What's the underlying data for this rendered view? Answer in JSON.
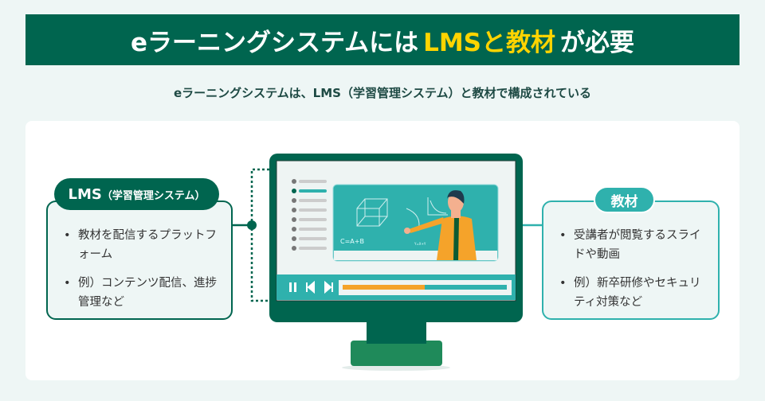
{
  "header": {
    "title_pre": "eラーニングシステムには",
    "title_highlight": "LMSと教材",
    "title_post": "が必要"
  },
  "subtitle": "eラーニングシステムは、LMS（学習管理システム）と教材で構成されている",
  "lms": {
    "label_main": "LMS",
    "label_sub": "（学習管理システム）",
    "items": [
      "教材を配信するプラットフォーム",
      "例）コンテンツ配信、進捗管理など"
    ]
  },
  "materials": {
    "label": "教材",
    "items": [
      "受講者が閲覧するスライドや動画",
      "例）新卒研修やセキュリティ対策など"
    ]
  },
  "board": {
    "formula": "C=A+B",
    "formula2": "Y=X+Y"
  },
  "video": {
    "progress": 0.5
  },
  "colors": {
    "dark_green": "#00654f",
    "teal": "#2fb1ad",
    "accent": "#ffd400",
    "orange": "#f5a32a"
  }
}
